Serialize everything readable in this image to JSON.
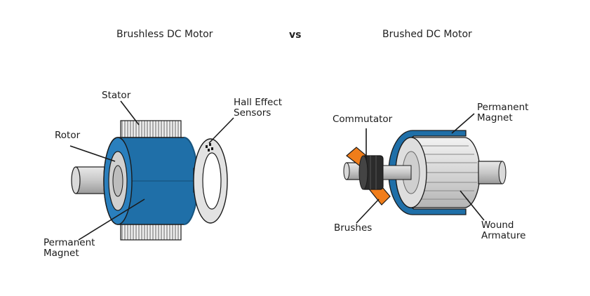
{
  "titles": {
    "left": "Brushless DC Motor",
    "vs": "vs",
    "right": "Brushed DC Motor"
  },
  "brushless_labels": {
    "stator": "Stator",
    "hall_effect": "Hall Effect\nSensors",
    "rotor": "Rotor",
    "permanent_magnet": "Permanent\nMagnet"
  },
  "brushed_labels": {
    "commutator": "Commutator",
    "permanent_magnet": "Permanent\nMagnet",
    "brushes": "Brushes",
    "wound_armature": "Wound\nArmature"
  },
  "colors": {
    "magnet_blue": "#1f6fa8",
    "magnet_blue_dark": "#17557f",
    "shaft_gray": "#bdbdbd",
    "metal_light": "#e6e6e6",
    "brush_orange": "#f07d1a",
    "commutator_dark": "#2b2b2b",
    "outline": "#1a1a1a"
  }
}
